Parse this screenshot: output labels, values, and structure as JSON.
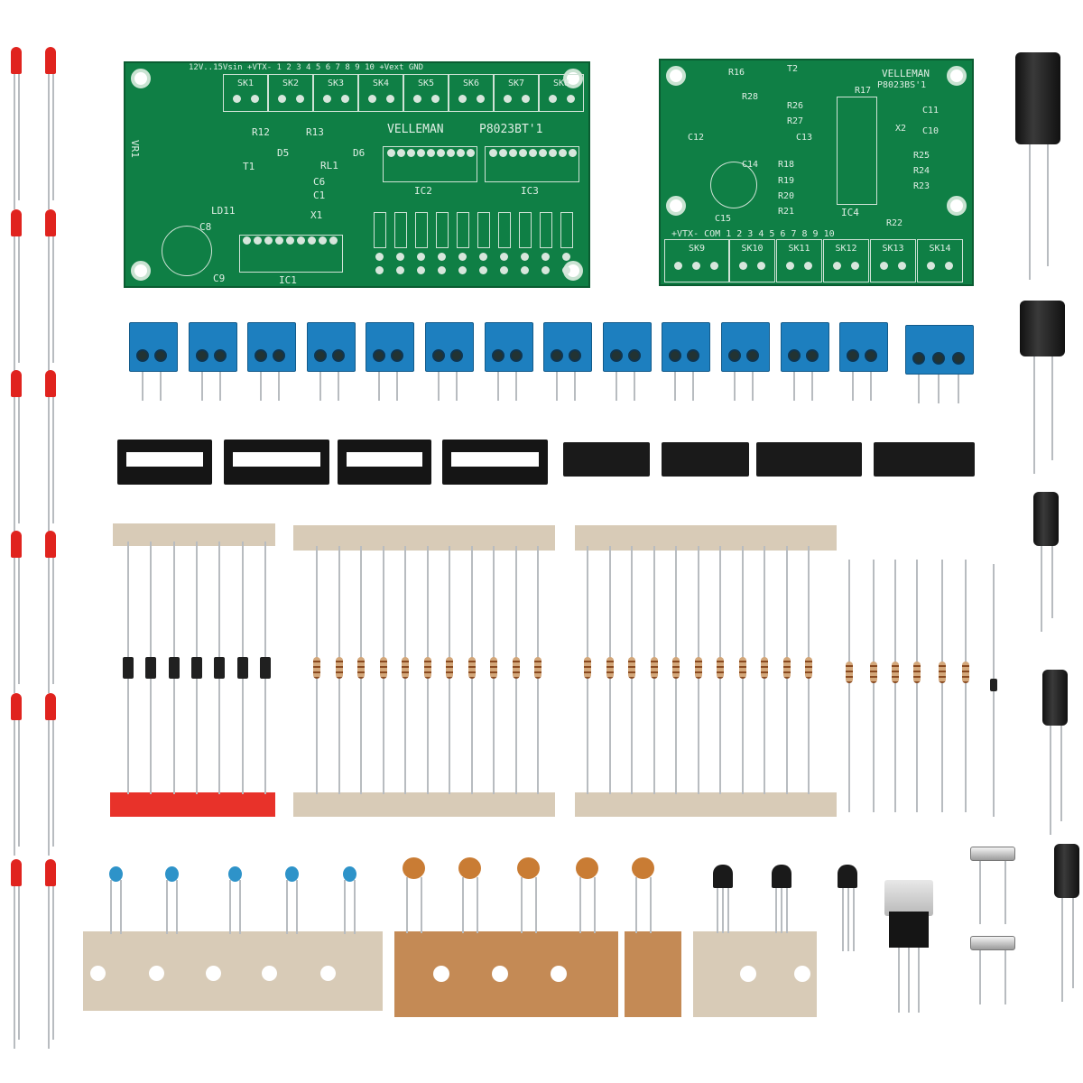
{
  "board_main": {
    "header": "12V..15Vsin +VTX- 1 2 3 4 5 6 7 8 9 10 +Vext GND",
    "brand": "VELLEMAN",
    "part": "P8023BT'1",
    "connectors": [
      "SK1",
      "SK2",
      "SK3",
      "SK4",
      "SK5",
      "SK6",
      "SK7",
      "SK8"
    ],
    "ics": [
      "IC1",
      "IC2",
      "IC3"
    ],
    "parts": [
      "R12",
      "R13",
      "D5",
      "D6",
      "RL1",
      "T1",
      "C6",
      "C1",
      "C8",
      "C9",
      "LD11",
      "X1",
      "VR1"
    ]
  },
  "board_aux": {
    "brand": "VELLEMAN",
    "part": "P8023BS'1",
    "footer": "+VTX-  COM 1 2 3 4 5 6 7 8 9 10",
    "connectors": [
      "SK9",
      "SK10",
      "SK11",
      "SK12",
      "SK13",
      "SK14"
    ],
    "ics": [
      "IC4"
    ],
    "parts": [
      "R16",
      "T2",
      "R28",
      "R17",
      "R26",
      "R27",
      "C13",
      "C11",
      "C10",
      "X2",
      "C12",
      "C14",
      "C15",
      "R18",
      "R19",
      "R20",
      "R21",
      "R25",
      "R24",
      "R23",
      "R22"
    ]
  },
  "colors": {
    "pcb": "#0f7f45",
    "terminal": "#1d7fbf",
    "led": "#e0231e",
    "tape": "#d8cbb7",
    "diode_tape": "#e8322a"
  }
}
